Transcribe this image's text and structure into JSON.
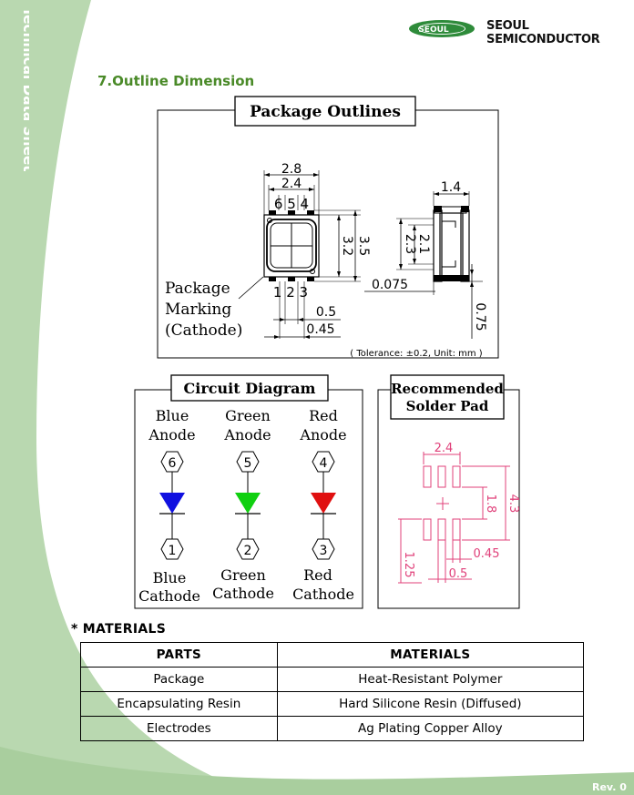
{
  "header": {
    "side_title": "Technical Data Sheet",
    "logo_text": "SEOUL",
    "brand": "SEOUL SEMICONDUCTOR",
    "section_title": "7.Outline Dimension"
  },
  "package_outlines": {
    "title": "Package Outlines",
    "dims": {
      "w28": "2.8",
      "w24": "2.4",
      "pins_top": "6 5 4",
      "w14": "1.4",
      "h32": "3.2",
      "h35": "3.5",
      "h23": "2.3",
      "h21": "2.1",
      "d0075": "0.075",
      "pins_bottom": "1 2 3",
      "d05": "0.5",
      "d045": "0.45",
      "d075": "0.75"
    },
    "marking_lines": [
      "Package",
      "Marking",
      "(Cathode)"
    ],
    "tolerance": "( Tolerance: ±0.2,  Unit: mm )"
  },
  "circuit": {
    "title": "Circuit Diagram",
    "channels": [
      {
        "anode": [
          "Blue",
          "Anode"
        ],
        "anode_pin": "6",
        "cathode_pin": "1",
        "cathode": [
          "Blue",
          "Cathode"
        ],
        "color": "#1010e0"
      },
      {
        "anode": [
          "Green",
          "Anode"
        ],
        "anode_pin": "5",
        "cathode_pin": "2",
        "cathode": [
          "Green",
          "Cathode"
        ],
        "color": "#10d010"
      },
      {
        "anode": [
          "Red",
          "Anode"
        ],
        "anode_pin": "4",
        "cathode_pin": "3",
        "cathode": [
          "Red",
          "Cathode"
        ],
        "color": "#e01010"
      }
    ]
  },
  "solder_pad": {
    "title": [
      "Recommended",
      "Solder Pad"
    ],
    "dims": {
      "w24": "2.4",
      "h18": "1.8",
      "h43": "4.3",
      "d045": "0.45",
      "h125": "1.25",
      "d05": "0.5"
    },
    "color": "#e0407a"
  },
  "materials": {
    "title": "* MATERIALS",
    "headers": [
      "PARTS",
      "MATERIALS"
    ],
    "rows": [
      [
        "Package",
        "Heat-Resistant Polymer"
      ],
      [
        "Encapsulating Resin",
        "Hard Silicone Resin (Diffused)"
      ],
      [
        "Electrodes",
        "Ag Plating Copper Alloy"
      ]
    ]
  },
  "footer": {
    "rev": "Rev. 0"
  },
  "colors": {
    "sidebar": "#b9d8b0",
    "accent_green": "#4a8a28",
    "logo_green": "#2e8b3a"
  }
}
